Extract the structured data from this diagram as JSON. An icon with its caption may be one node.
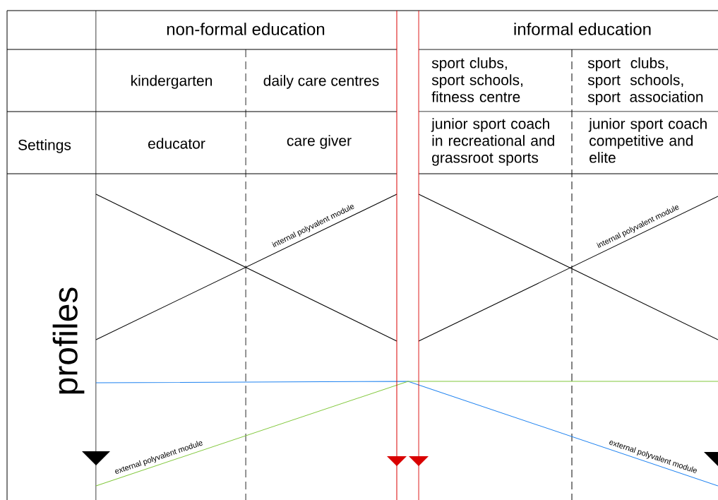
{
  "diagram": {
    "labels": [
      "non-formal education",
      "informal education",
      "kindergarten",
      "daily care centres",
      "sport clubs, sport schools, fitness centre",
      "sport clubs, sport schools, sport association",
      "Settings",
      "educator",
      "care giver",
      "junior sport coach in recreational and grassroot sports",
      "junior sport coach competitive and elite",
      "profiles",
      "internal polyvalent module",
      "internal polyvalent module",
      "external polyvalent module",
      "external polyvalent module"
    ]
  }
}
